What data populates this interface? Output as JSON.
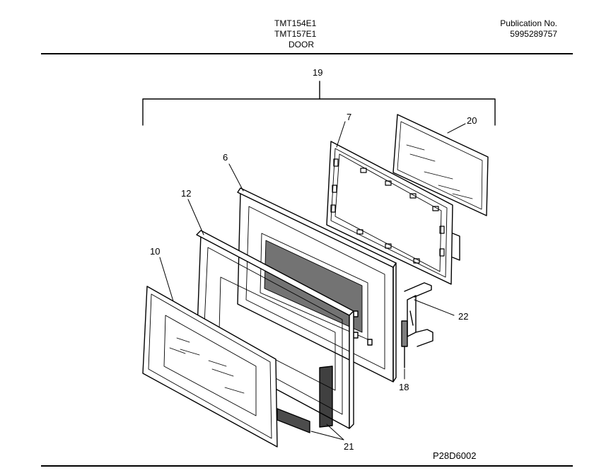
{
  "header": {
    "models": [
      "TMT154E1",
      "TMT157E1"
    ],
    "section": "DOOR",
    "publication_label": "Publication No.",
    "publication_number": "5995289757"
  },
  "callouts": {
    "p19": "19",
    "p7": "7",
    "p20": "20",
    "p6": "6",
    "p12": "12",
    "p10": "10",
    "p22": "22",
    "p18": "18",
    "p21": "21"
  },
  "diagram_code": "P28D6002"
}
